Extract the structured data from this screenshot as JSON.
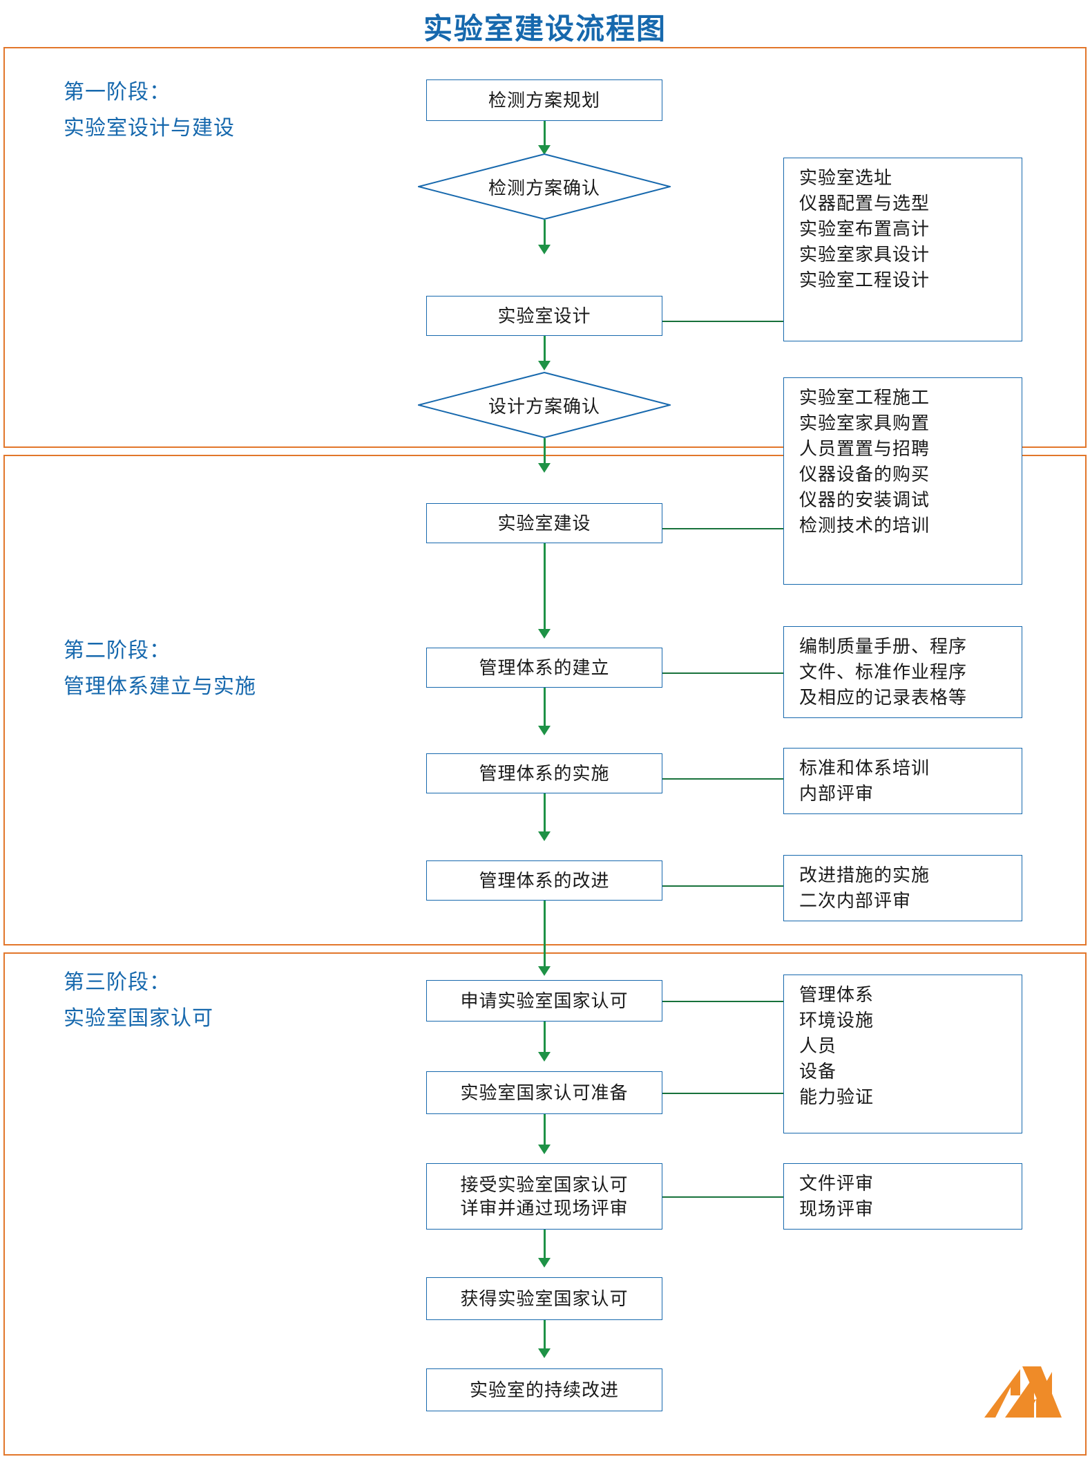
{
  "title": "实验室建设流程图",
  "colors": {
    "title_blue": "#1668ad",
    "panel_orange": "#e2762a",
    "node_border_blue": "#1668ad",
    "arrow_green": "#1e9246",
    "connector_green": "#17713a",
    "logo_orange": "#ef8b28",
    "text_dark": "#1a1a1a"
  },
  "stages": [
    {
      "id": "stage-1",
      "label_line1": "第一阶段：",
      "label_line2": "实验室设计与建设",
      "nodes": [
        {
          "id": "n1",
          "type": "process",
          "label": "检测方案规划"
        },
        {
          "id": "n2",
          "type": "decision",
          "label": "检测方案确认"
        },
        {
          "id": "n3",
          "type": "process",
          "label": "实验室设计"
        },
        {
          "id": "n4",
          "type": "decision",
          "label": "设计方案确认"
        },
        {
          "id": "n5",
          "type": "process",
          "label": "实验室建设"
        }
      ],
      "details": [
        {
          "id": "d1",
          "attached_to": "实验室设计",
          "items": [
            "实验室选址",
            "仪器配置与选型",
            "实验室布置高计",
            "实验室家具设计",
            "实验室工程设计"
          ]
        },
        {
          "id": "d2",
          "attached_to": "实验室建设",
          "items": [
            "实验室工程施工",
            "实验室家具购置",
            "人员置置与招聘",
            "仪器设备的购买",
            "仪器的安装调试",
            "检测技术的培训"
          ]
        }
      ]
    },
    {
      "id": "stage-2",
      "label_line1": "第二阶段：",
      "label_line2": "管理体系建立与实施",
      "nodes": [
        {
          "id": "n6",
          "type": "process",
          "label": "管理体系的建立"
        },
        {
          "id": "n7",
          "type": "process",
          "label": "管理体系的实施"
        },
        {
          "id": "n8",
          "type": "process",
          "label": "管理体系的改进"
        }
      ],
      "details": [
        {
          "id": "d3",
          "attached_to": "管理体系的建立",
          "items": [
            "编制质量手册、程序",
            "文件、标准作业程序",
            "及相应的记录表格等"
          ]
        },
        {
          "id": "d4",
          "attached_to": "管理体系的实施",
          "items": [
            "标准和体系培训",
            "内部评审"
          ]
        },
        {
          "id": "d5",
          "attached_to": "管理体系的改进",
          "items": [
            "改进措施的实施",
            "二次内部评审"
          ]
        }
      ]
    },
    {
      "id": "stage-3",
      "label_line1": "第三阶段：",
      "label_line2": "实验室国家认可",
      "nodes": [
        {
          "id": "n9",
          "type": "process",
          "label": "申请实验室国家认可"
        },
        {
          "id": "n10",
          "type": "process",
          "label": "实验室国家认可准备"
        },
        {
          "id": "n11",
          "type": "process",
          "label_line1": "接受实验室国家认可",
          "label_line2": "详审并通过现场评审"
        },
        {
          "id": "n12",
          "type": "process",
          "label": "获得实验室国家认可"
        },
        {
          "id": "n13",
          "type": "process",
          "label": "实验室的持续改进"
        }
      ],
      "details": [
        {
          "id": "d6",
          "attached_to": "申请实验室国家认可 / 实验室国家认可准备",
          "items": [
            "管理体系",
            "环境设施",
            "人员",
            "设备",
            "能力验证"
          ]
        },
        {
          "id": "d7",
          "attached_to": "接受实验室国家认可详审并通过现场评审",
          "items": [
            "文件评审",
            "现场评审"
          ]
        }
      ]
    }
  ],
  "logo": {
    "name": "company-logo-mark",
    "color": "#ef8b28"
  }
}
